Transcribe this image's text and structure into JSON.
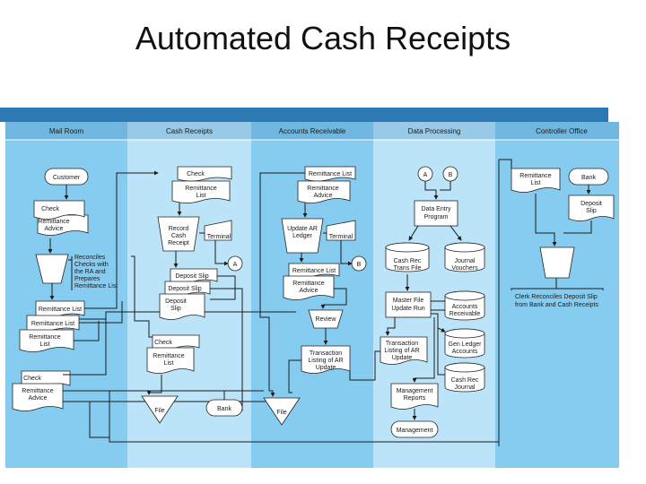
{
  "title": "Automated Cash Receipts",
  "colors": {
    "lane_dark": "#86ccf0",
    "lane_light": "#bce4f8",
    "header_bar": "#2b78b2",
    "top_band": "#2b78b2"
  },
  "lanes": [
    {
      "id": "mail",
      "label": "Mail Room"
    },
    {
      "id": "cash",
      "label": "Cash Receipts"
    },
    {
      "id": "ar",
      "label": "Accounts Receivable"
    },
    {
      "id": "dp",
      "label": "Data Processing"
    },
    {
      "id": "co",
      "label": "Controller Office"
    }
  ],
  "mail": {
    "customer": "Customer",
    "check": "Check",
    "advice_line1": "Remittance",
    "advice_line2": "Advice",
    "note": [
      "Reconciles",
      "Checks with",
      "the RA and",
      "Prepares",
      "Remittance List"
    ],
    "remit_list": "Remittance List",
    "remit_l1": "Remittance",
    "remit_l2": "List",
    "check2": "Check",
    "advice2_l1": "Remittance",
    "advice2_l2": "Advice"
  },
  "cash": {
    "check": "Check",
    "remit_l1": "Remittance",
    "remit_l2": "List",
    "record_l1": "Record",
    "record_l2": "Cash",
    "record_l3": "Receipt",
    "terminal": "Terminal",
    "connector_a": "A",
    "deposit_slip": "Deposit Slip",
    "deposit_l1": "Deposit",
    "deposit_l2": "Slip",
    "check2": "Check",
    "remit2_l1": "Remittance",
    "remit2_l2": "List",
    "file": "File",
    "bank": "Bank"
  },
  "ar": {
    "remit_list": "Remittance List",
    "advice_l1": "Remittance",
    "advice_l2": "Advice",
    "update_l1": "Update AR",
    "update_l2": "Ledger",
    "terminal": "Terminal",
    "remit_list2": "Remittance List",
    "advice2_l1": "Remittance",
    "advice2_l2": "Advice",
    "connector_b": "B",
    "review": "Review",
    "trans_l1": "Transaction",
    "trans_l2": "Listing of AR",
    "trans_l3": "Update",
    "file": "File"
  },
  "dp": {
    "a": "A",
    "b": "B",
    "entry_l1": "Data Entry",
    "entry_l2": "Program",
    "cashrec_l1": "Cash Rec",
    "cashrec_l2": "Trans File",
    "journal_l1": "Journal",
    "journal_l2": "Vouchers",
    "master_l1": "Master File",
    "master_l2": "Update Run",
    "accts_l1": "Accounts",
    "accts_l2": "Receivable",
    "trans_l1": "Transaction",
    "trans_l2": "Listing of AR",
    "trans_l3": "Update",
    "genledger_l1": "Gen Ledger",
    "genledger_l2": "Accounts",
    "mgmt_l1": "Management",
    "mgmt_l2": "Reports",
    "crj_l1": "Cash Rec",
    "crj_l2": "Journal",
    "management": "Management"
  },
  "co": {
    "remit_l1": "Remittance",
    "remit_l2": "List",
    "bank": "Bank",
    "deposit_l1": "Deposit",
    "deposit_l2": "Slip",
    "note_l1": "Clerk Reconciles Deposit Slip",
    "note_l2": "from Bank and Cash Receipts"
  }
}
